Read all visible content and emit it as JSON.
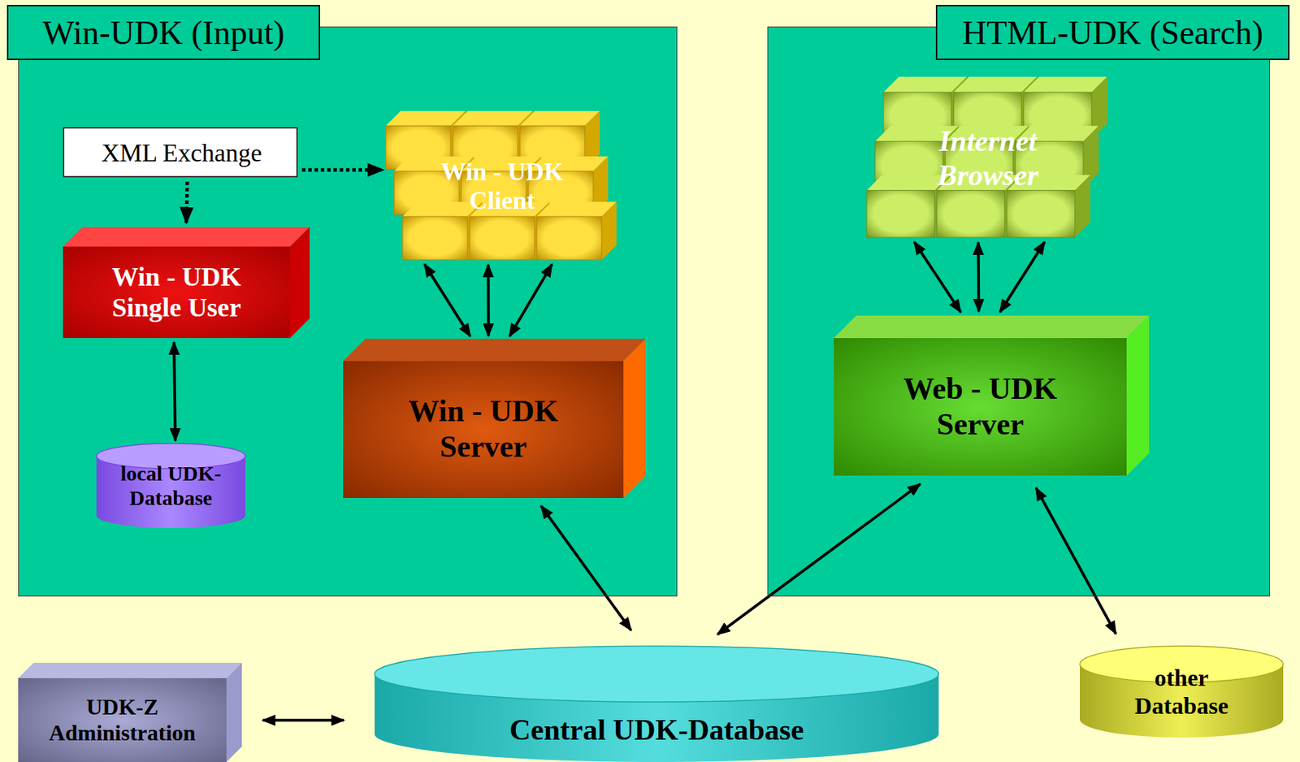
{
  "diagram": {
    "nodes": [
      {
        "text": [
          "Win-UDK (Input)"
        ]
      },
      {
        "text": [
          "XML Exchange"
        ],
        "in": 0
      },
      {
        "text": [
          "Win - UDK Client"
        ],
        "in": 0
      },
      {
        "text": [
          "Win - UDK Single User"
        ],
        "in": 0
      },
      {
        "text": [
          "Win - UDK Server"
        ],
        "in": 0
      },
      {
        "text": [
          "local UDK-Database"
        ],
        "in": 0
      },
      {
        "text": [
          "HTML-UDK (Search)"
        ]
      },
      {
        "text": [
          "Internet Browser"
        ],
        "in": 6
      },
      {
        "text": [
          "Web - UDK Server"
        ],
        "in": 6
      },
      {
        "text": [
          "UDK-Z Administration"
        ]
      },
      {
        "text": [
          "Central UDK-Database"
        ]
      },
      {
        "text": [
          "other Database"
        ]
      }
    ],
    "edges": [
      {
        "from": 1,
        "to": 3,
        "arrow": "to"
      },
      {
        "from": 1,
        "to": 2,
        "arrow": "to"
      },
      {
        "from": 2,
        "to": 4,
        "arrow": "both"
      },
      {
        "from": 2,
        "to": 4,
        "arrow": "both"
      },
      {
        "from": 2,
        "to": 4,
        "arrow": "both"
      },
      {
        "from": 3,
        "to": 5,
        "arrow": "both"
      },
      {
        "from": 4,
        "to": 10,
        "arrow": "both"
      },
      {
        "from": 7,
        "to": 8,
        "arrow": "both"
      },
      {
        "from": 7,
        "to": 8,
        "arrow": "both"
      },
      {
        "from": 7,
        "to": 8,
        "arrow": "both"
      },
      {
        "from": 8,
        "to": 10,
        "arrow": "both"
      },
      {
        "from": 8,
        "to": 11,
        "arrow": "both"
      },
      {
        "from": 9,
        "to": 10,
        "arrow": "both"
      }
    ]
  }
}
